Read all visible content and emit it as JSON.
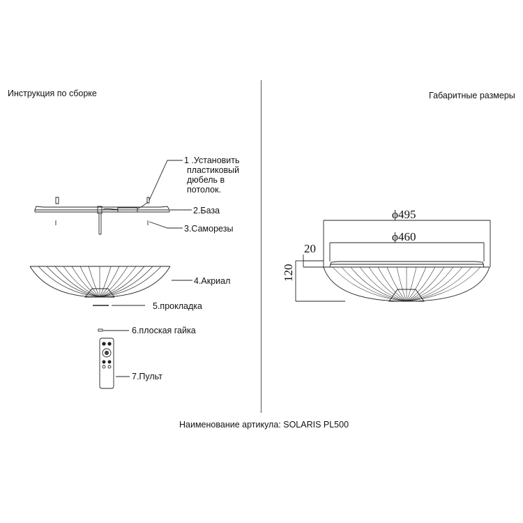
{
  "header": {
    "left_title": "Инструкция по сборке",
    "right_title": "Габаритные размеры"
  },
  "assembly_steps": [
    {
      "label_lines": [
        "1 .Установить",
        "пластиковый",
        "дюбель в",
        "потолок."
      ]
    },
    {
      "label": "2.База"
    },
    {
      "label": "3.Саморезы"
    },
    {
      "label": "4.Акриал"
    },
    {
      "label": "5.прокладка"
    },
    {
      "label": "6.плоская гайка"
    },
    {
      "label": "7.Пульт"
    }
  ],
  "dimensions": {
    "outer_diameter": "ϕ495",
    "inner_diameter": "ϕ460",
    "base_height": "20",
    "total_height": "120"
  },
  "footer": {
    "article": "Наименование артикула: SOLARIS PL500"
  }
}
